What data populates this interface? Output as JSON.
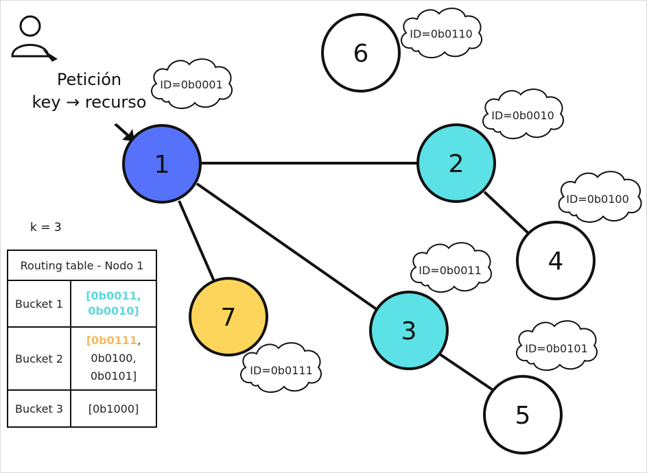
{
  "request": {
    "line1": "Petición",
    "line2": "key → recurso"
  },
  "k_label": "k = 3",
  "nodes": [
    {
      "label": "1",
      "color": "#5672fb"
    },
    {
      "label": "2",
      "color": "#5be1e6"
    },
    {
      "label": "3",
      "color": "#5be1e6"
    },
    {
      "label": "4",
      "color": "#ffffff"
    },
    {
      "label": "5",
      "color": "#ffffff"
    },
    {
      "label": "6",
      "color": "#ffffff"
    },
    {
      "label": "7",
      "color": "#fdd55a"
    }
  ],
  "ids": {
    "n1": "ID=0b0001",
    "n2": "ID=0b0010",
    "n3": "ID=0b0011",
    "n4": "ID=0b0100",
    "n5": "ID=0b0101",
    "n6": "ID=0b0110",
    "n7": "ID=0b0111"
  },
  "routing_table": {
    "title": "Routing table - Nodo 1",
    "bucket1": {
      "name": "Bucket 1",
      "line1": "[0b0011,",
      "line2": "0b0010]"
    },
    "bucket2": {
      "name": "Bucket 2",
      "first": "[0b0111",
      "comma": ",",
      "line2": "0b0100,",
      "line3": "0b0101]"
    },
    "bucket3": {
      "name": "Bucket 3",
      "value": "[0b1000]"
    }
  },
  "colors": {
    "cyan_text": "#5ad8e0",
    "orange_text": "#f7b859",
    "edge": "#111111"
  }
}
